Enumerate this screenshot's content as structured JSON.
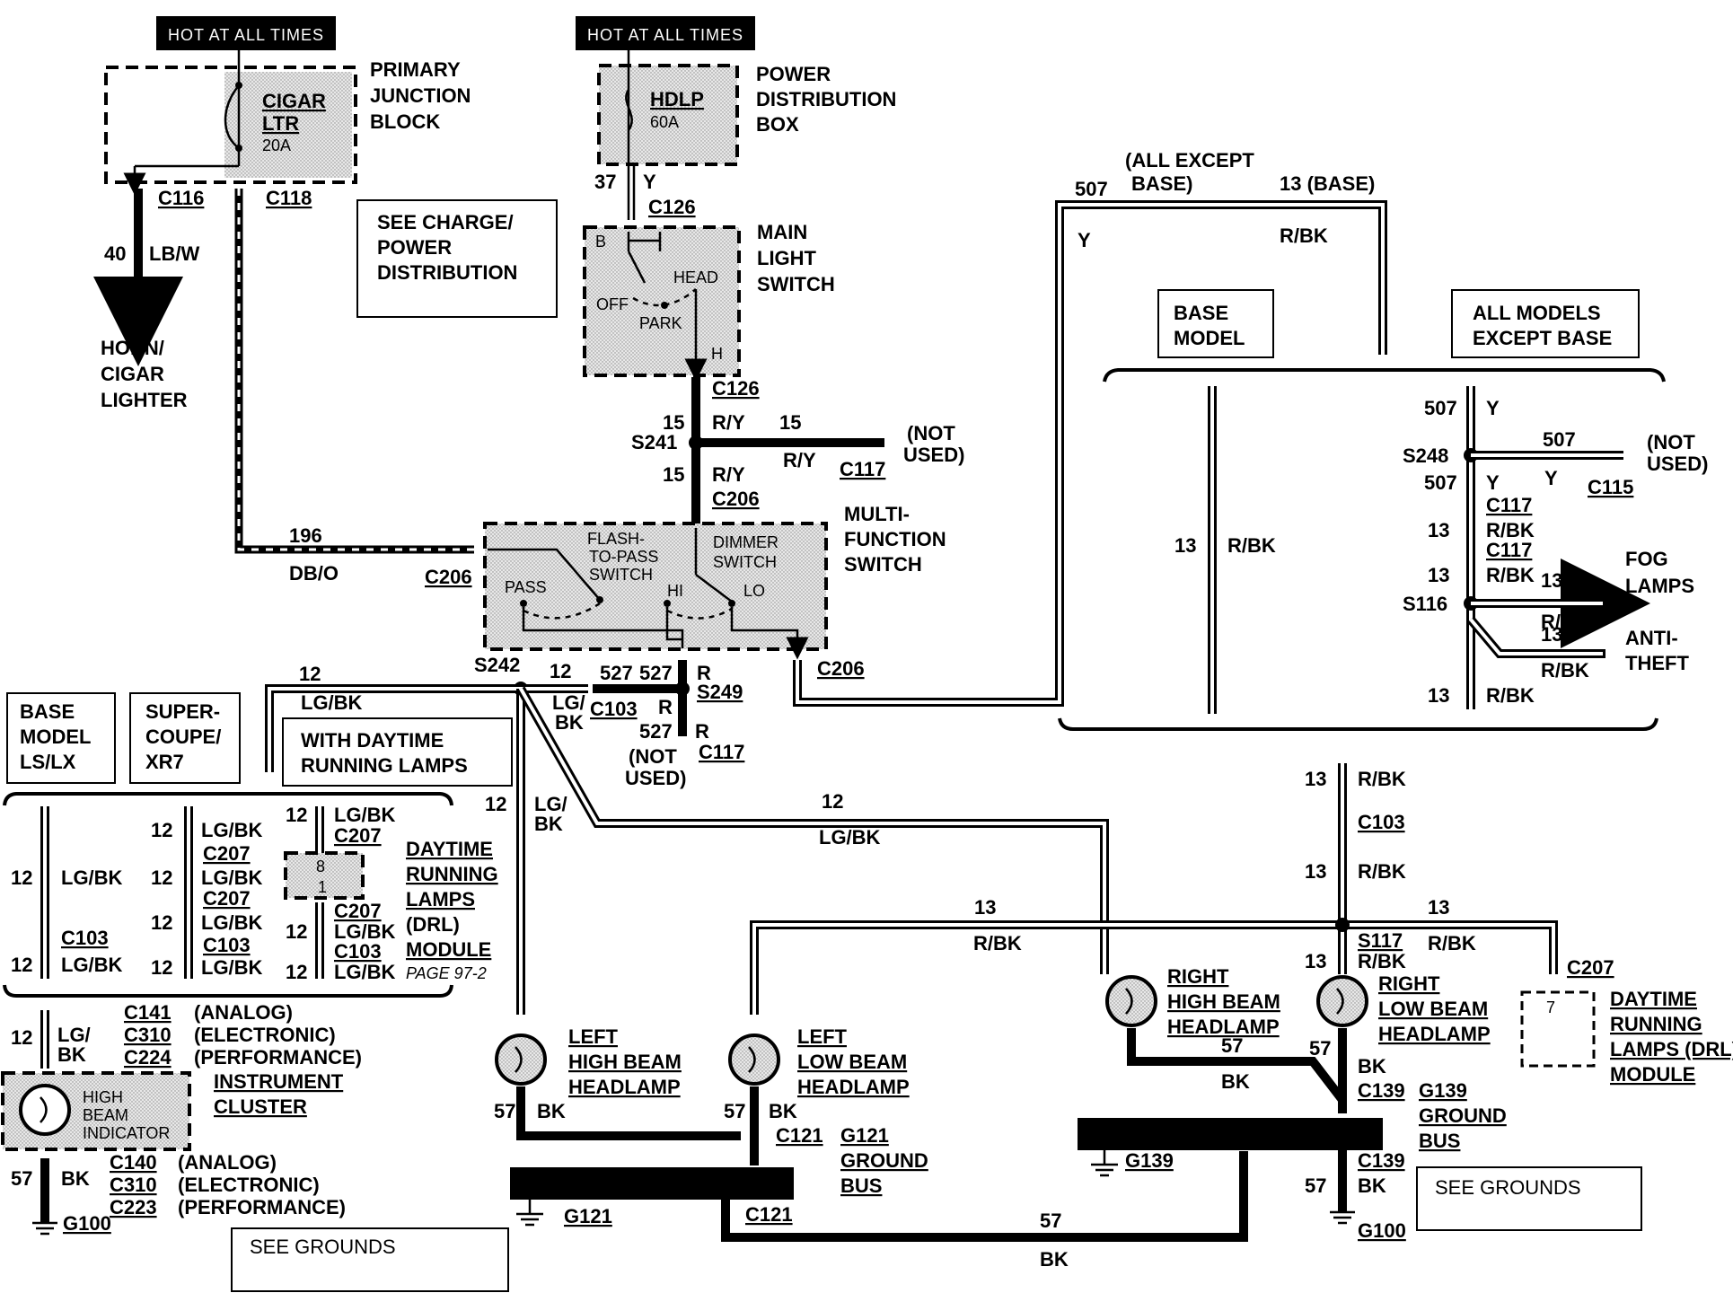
{
  "hot_labels": [
    "HOT AT ALL TIMES",
    "HOT AT ALL TIMES"
  ],
  "primary_junction_block": {
    "title": [
      "PRIMARY",
      "JUNCTION",
      "BLOCK"
    ],
    "fuse_name": [
      "CIGAR",
      "LTR"
    ],
    "fuse_rating": "20A",
    "conn_left": "C116",
    "conn_right": "C118"
  },
  "horn_branch": {
    "circuit": "40",
    "color": "LB/W",
    "dest": [
      "HORN/",
      "CIGAR",
      "LIGHTER"
    ]
  },
  "see_charge": [
    "SEE CHARGE/",
    "POWER",
    "DISTRIBUTION"
  ],
  "power_dist_box": {
    "title": [
      "POWER",
      "DISTRIBUTION",
      "BOX"
    ],
    "fuse_name": "HDLP",
    "fuse_rating": "60A",
    "circuit": "37",
    "color": "Y",
    "connector": "C126"
  },
  "main_light_switch": {
    "title": [
      "MAIN",
      "LIGHT",
      "SWITCH"
    ],
    "terminals": {
      "b": "B",
      "head": "HEAD",
      "off": "OFF",
      "park": "PARK",
      "h": "H"
    },
    "out_conn": "C126"
  },
  "s241_section": {
    "circuit": "15",
    "color": "R/Y",
    "splice": "S241",
    "branch_circuit": "15",
    "branch_color": "R/Y",
    "branch_conn": "C117",
    "not_used": [
      "(NOT",
      "USED)"
    ],
    "down_circuit": "15",
    "down_color": "R/Y",
    "down_conn": "C206"
  },
  "multifunction_switch": {
    "title": [
      "MULTI-",
      "FUNCTION",
      "SWITCH"
    ],
    "flash": [
      "FLASH-",
      "TO-PASS",
      "SWITCH"
    ],
    "dimmer": [
      "DIMMER",
      "SWITCH"
    ],
    "pass": "PASS",
    "hi": "HI",
    "lo": "LO",
    "in_conn": "C206",
    "out_conn": "C206"
  },
  "feed_196": {
    "circuit": "196",
    "color": "DB/O"
  },
  "all_except_base_top": {
    "label": [
      "(ALL EXCEPT",
      "BASE)"
    ],
    "circuit": "507",
    "color": "Y",
    "base_label": "13 (BASE)",
    "base_color": "R/BK"
  },
  "base_model_box": [
    "BASE",
    "MODEL"
  ],
  "all_models_box": [
    "ALL MODELS",
    "EXCEPT BASE"
  ],
  "base_model_wire": {
    "circuit": "13",
    "color": "R/BK"
  },
  "all_models_section": {
    "c507_top": "507",
    "y_top": "Y",
    "splice": "S248",
    "branch_circuit": "507",
    "branch_color": "Y",
    "branch_conn": "C115",
    "not_used": [
      "(NOT",
      "USED)"
    ],
    "c507_bottom": "507",
    "y_bottom": "Y",
    "conn1": "C117",
    "w1_circuit": "13",
    "w1_color": "R/BK",
    "conn2": "C117",
    "w2_circuit": "13",
    "w2_color": "R/BK",
    "splice2": "S116",
    "fog_circuit": "13",
    "fog_color": "R/BK",
    "fog": [
      "FOG",
      "LAMPS"
    ],
    "anti_circuit": "13",
    "anti_color": "R/BK",
    "anti": [
      "ANTI-",
      "THEFT"
    ],
    "w3_circuit": "13",
    "w3_color": "R/BK"
  },
  "s242_section": {
    "splice": "S242",
    "circuit": "12",
    "color": "LG/BK",
    "to_c103_circuit": "12",
    "to_c103_color": [
      "LG/",
      "BK"
    ],
    "c103": "C103",
    "r527_a": "527",
    "r527_b": "527",
    "r_top": "R",
    "s249": "S249",
    "r_mid": "R",
    "r527_c": "527",
    "r_low": "R",
    "c117": "C117",
    "not_used": [
      "(NOT",
      "USED)"
    ],
    "down_circuit": "12",
    "down_color": [
      "LG/",
      "BK"
    ],
    "right_circuit": "12",
    "right_color": "LG/BK"
  },
  "variant_boxes": {
    "base": [
      "BASE",
      "MODEL",
      "LS/LX"
    ],
    "super": [
      "SUPER-",
      "COUPE/",
      "XR7"
    ],
    "drl": [
      "WITH DAYTIME",
      "RUNNING LAMPS"
    ]
  },
  "left_variants": {
    "base": {
      "circuit": "12",
      "color": "LG/BK",
      "conn": "C103",
      "circuit2": "12",
      "color2": "LG/BK"
    },
    "super": {
      "rows": [
        {
          "circuit": "12",
          "color": "LG/BK"
        },
        {
          "conn": "C207"
        },
        {
          "circuit": "12",
          "color": "LG/BK"
        },
        {
          "conn": "C207"
        },
        {
          "circuit": "12",
          "color": "LG/BK"
        },
        {
          "conn": "C103"
        },
        {
          "circuit": "12",
          "color": "LG/BK"
        }
      ]
    },
    "drl": {
      "circuit": "12",
      "color": "LG/BK",
      "conn": "C207",
      "pin8": "8",
      "pin1": "1",
      "circuit2": "12",
      "color2": "LG/BK",
      "conn2": "C207",
      "conn3": "C103",
      "circuit3": "12",
      "color3": "LG/BK",
      "page": "PAGE 97-2"
    },
    "drl_module_title": [
      "DAYTIME",
      "RUNNING",
      "LAMPS",
      "(DRL)",
      "MODULE"
    ]
  },
  "instrument_cluster": {
    "circuit": "12",
    "color": [
      "LG/",
      "BK"
    ],
    "c_top": [
      "C141",
      "C310",
      "C224"
    ],
    "c_top_types": [
      "(ANALOG)",
      "(ELECTRONIC)",
      "(PERFORMANCE)"
    ],
    "title": [
      "INSTRUMENT",
      "CLUSTER"
    ],
    "indicator": [
      "HIGH",
      "BEAM",
      "INDICATOR"
    ],
    "gnd_circuit": "57",
    "gnd_color": "BK",
    "c_bottom": [
      "C140",
      "C310",
      "C223"
    ],
    "c_bottom_types": [
      "(ANALOG)",
      "(ELECTRONIC)",
      "(PERFORMANCE)"
    ],
    "ground": "G100"
  },
  "see_grounds": [
    "SEE GROUNDS",
    "SEE GROUNDS"
  ],
  "left_high_beam": {
    "title": [
      "LEFT",
      "HIGH BEAM",
      "HEADLAMP"
    ],
    "circuit": "57",
    "color": "BK"
  },
  "left_low_beam": {
    "title": [
      "LEFT",
      "LOW BEAM",
      "HEADLAMP"
    ],
    "circuit": "57",
    "color": "BK",
    "conn": "C121"
  },
  "g121": {
    "title": [
      "G121",
      "GROUND",
      "BUS"
    ],
    "ground": "G121",
    "conn": "C121",
    "circuit": "57",
    "color": "BK"
  },
  "r_bk_13": {
    "circuit": "13",
    "color": "R/BK"
  },
  "right_high_beam": {
    "title": [
      "RIGHT",
      "HIGH BEAM",
      "HEADLAMP"
    ],
    "circuit": "57",
    "color": "BK"
  },
  "right_low_beam": {
    "title": [
      "RIGHT",
      "LOW BEAM",
      "HEADLAMP"
    ],
    "circuit_top1": "13",
    "color_top1": "R/BK",
    "c103": "C103",
    "circuit_top2": "13",
    "color_top2": "R/BK",
    "splice": "S117",
    "s117_color": "R/BK",
    "circuit_top3": "13",
    "color_top3": "R/BK",
    "gnd_circuit": "57",
    "gnd_color": "BK"
  },
  "right_drl": {
    "circuit": "13",
    "conn": "C207",
    "pin": "7",
    "title": [
      "DAYTIME",
      "RUNNING",
      "LAMPS (DRL)",
      "MODULE"
    ]
  },
  "g139": {
    "title": [
      "G139",
      "GROUND",
      "BUS"
    ],
    "ground": "G139",
    "conn_top": "C139",
    "conn_bottom": "C139",
    "circuit": "57",
    "color": "BK",
    "ground2": "G100"
  }
}
